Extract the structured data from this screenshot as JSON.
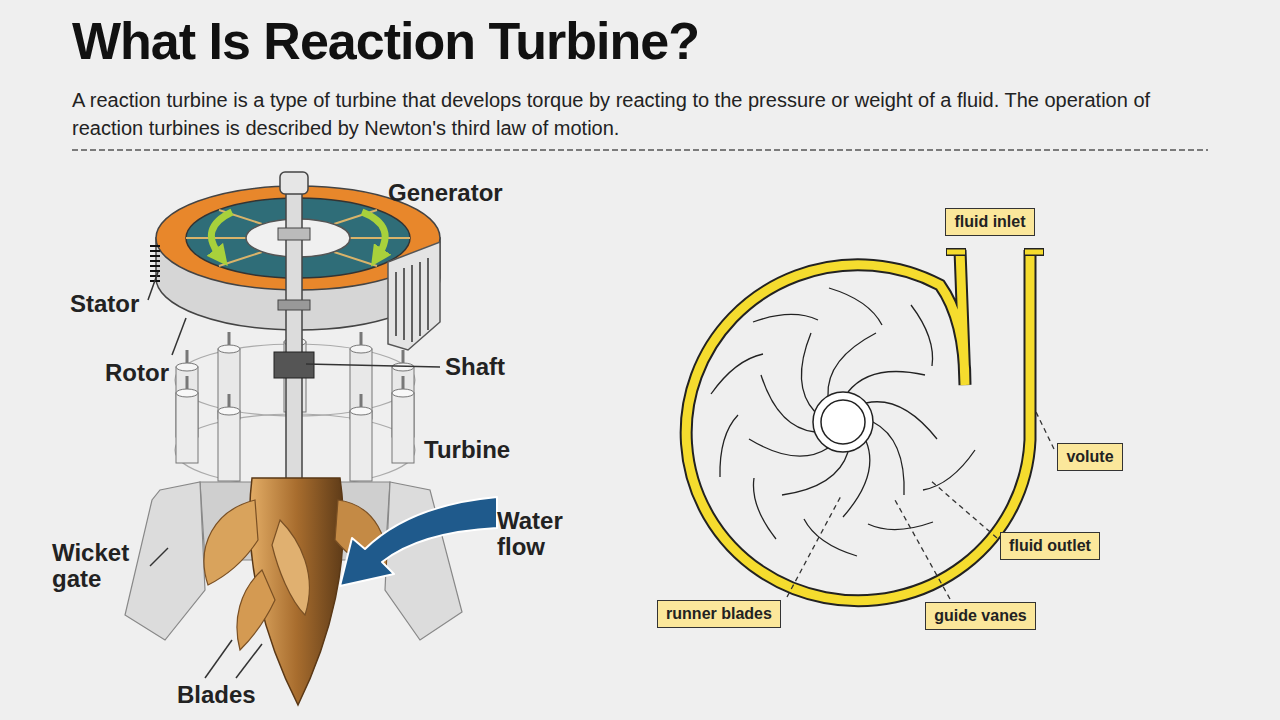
{
  "diagram": {
    "title": "What Is Reaction Turbine?",
    "caption": "A reaction turbine is a type of turbine that develops torque by reacting to the pressure or weight of a fluid. The operation of reaction turbines is described by Newton's third law of motion.",
    "nodes": [
      {
        "text": [
          "fluid inlet"
        ]
      },
      {
        "text": [
          "volute"
        ]
      },
      {
        "text": [
          "fluid outlet"
        ]
      },
      {
        "text": [
          "runner blades"
        ]
      },
      {
        "text": [
          "guide vanes"
        ]
      }
    ],
    "labels": [
      "Generator",
      "Stator",
      "Rotor",
      "Shaft",
      "Turbine",
      "Water flow",
      "Wicket gate",
      "Blades"
    ]
  }
}
